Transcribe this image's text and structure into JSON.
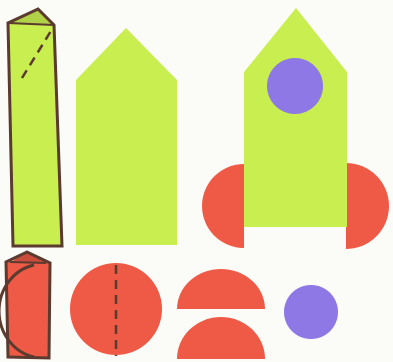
{
  "colors": {
    "background": "#fbfbf7",
    "paper_green": "#c9ee4f",
    "paper_red": "#ee5a45",
    "paper_purple": "#8d78e6",
    "outline": "#5b3a2f"
  },
  "steps": [
    {
      "step": "fold-paper-strip",
      "shape": "folded-green-strip"
    },
    {
      "step": "cut-rocket-body",
      "shape": "pointed-green-body"
    },
    {
      "step": "fold-red-paper",
      "shape": "folded-red-square"
    },
    {
      "step": "cut-circle",
      "shape": "red-circle-with-fold"
    },
    {
      "step": "cut-half-circles",
      "shape": "two-red-semicircles"
    },
    {
      "step": "cut-window",
      "shape": "purple-circle"
    },
    {
      "step": "assemble-rocket",
      "shape": "finished-rocket"
    }
  ]
}
